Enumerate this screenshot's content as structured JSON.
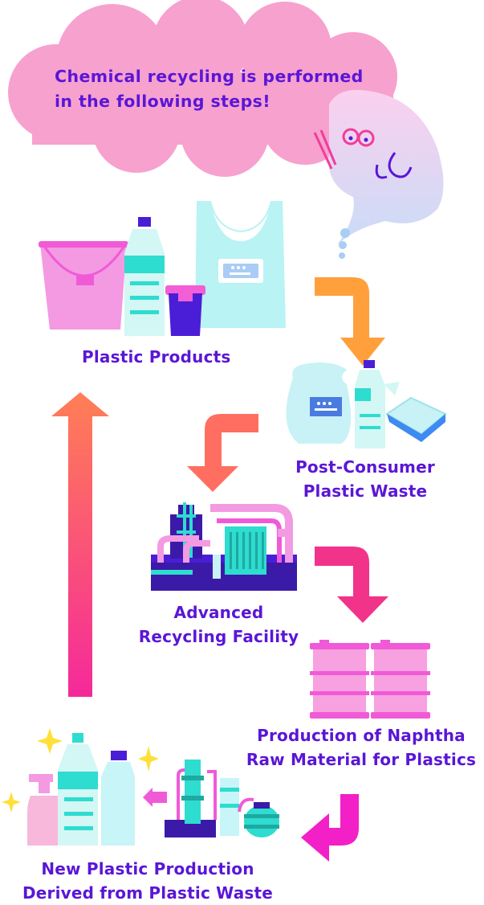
{
  "speech": {
    "line1": "Chemical recycling is performed",
    "line2": "in the following steps!"
  },
  "steps": {
    "plastic_products": {
      "label": "Plastic Products"
    },
    "post_consumer_waste": {
      "line1": "Post-Consumer",
      "line2": "Plastic Waste"
    },
    "recycling_facility": {
      "line1": "Advanced",
      "line2": "Recycling Facility"
    },
    "naphtha_production": {
      "line1": "Production of Naphtha",
      "line2": "Raw Material for Plastics"
    },
    "new_plastic": {
      "line1": "New Plastic Production",
      "line2": "Derived from Plastic Waste"
    }
  },
  "colors": {
    "text": "#5a16d6",
    "cloud": "#f7a1cf",
    "arrow_orange": "#ffa03c",
    "arrow_coral": "#ff6e60",
    "arrow_pink": "#f2338a",
    "arrow_magenta": "#f220c6"
  }
}
